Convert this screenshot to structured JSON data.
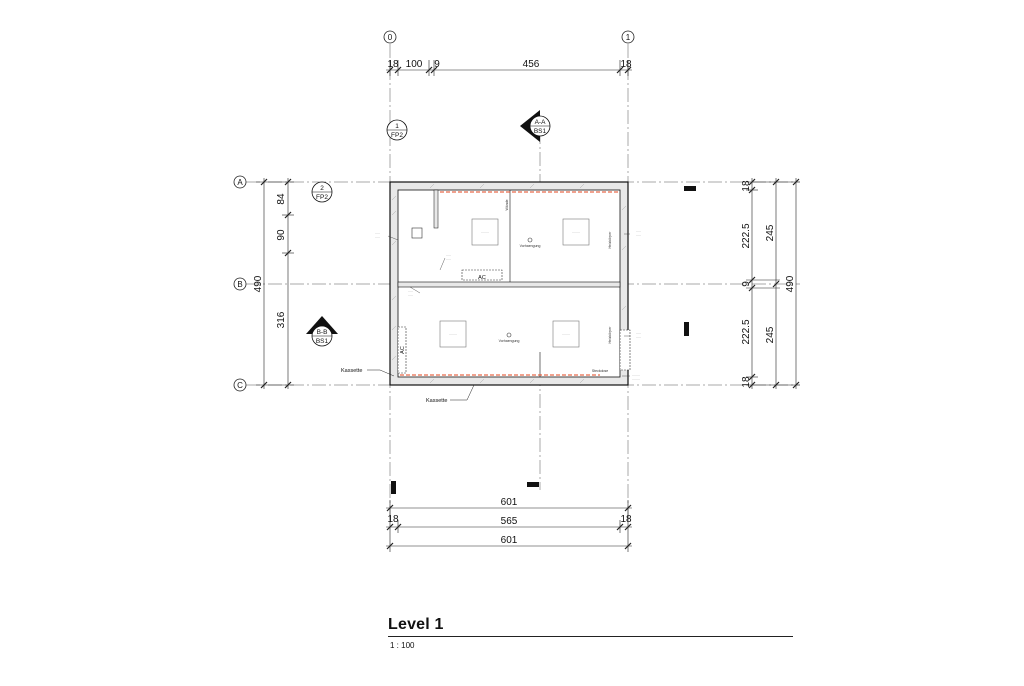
{
  "grid": {
    "axis_0": "0",
    "axis_1": "1",
    "axis_a": "A",
    "axis_b": "B",
    "axis_c": "C"
  },
  "top_dims": [
    "18",
    "100",
    "9",
    "456",
    "18"
  ],
  "left_dims": {
    "outer": "490",
    "upper": [
      "84",
      "90"
    ],
    "lower": "316"
  },
  "right_dims": {
    "inner": [
      "18",
      "222.5",
      "9",
      "222.5",
      "18"
    ],
    "middle": [
      "245",
      "245"
    ],
    "outer": "490"
  },
  "bottom_dims": [
    "601",
    "18",
    "565",
    "18",
    "601"
  ],
  "markers": {
    "detail_1": {
      "num": "1",
      "sheet": "FP2"
    },
    "detail_2": {
      "num": "2",
      "sheet": "FP2"
    },
    "section_aa": {
      "label": "A-A",
      "sheet": "BS1"
    },
    "section_bb": {
      "label": "B-B",
      "sheet": "BS1"
    }
  },
  "labels": {
    "kassette_left": "Kassette",
    "kassette_bottom": "Kassette",
    "ac_upper": "AC",
    "ac_left": "AC",
    "heizkoerper_upper": "Heizkörper",
    "heizkoerper_lower": "Heizkörper",
    "vorhaengung_upper": "Vorhaengung",
    "vorhaengung_lower": "Vorhaengung",
    "waende": "Wände",
    "steckdose": "Steckdose"
  },
  "title": {
    "name": "Level 1",
    "scale": "1 : 100"
  }
}
